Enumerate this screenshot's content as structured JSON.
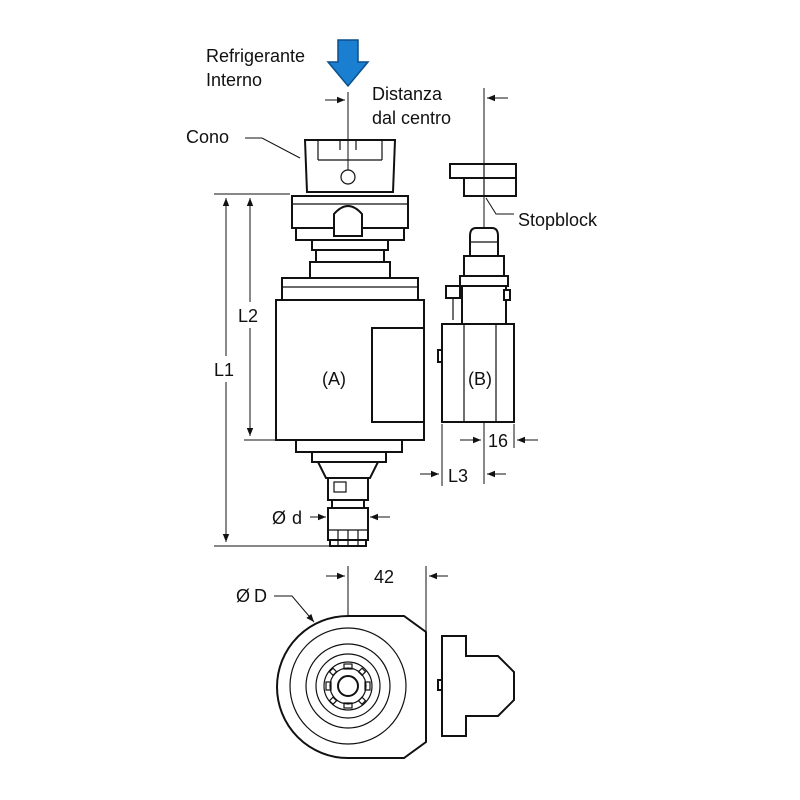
{
  "labels": {
    "coolant": [
      "Refrigerante",
      "Interno"
    ],
    "center_distance": [
      "Distanza",
      "dal centro"
    ],
    "taper": "Cono",
    "stopblock": "Stopblock",
    "view_a": "(A)",
    "view_b": "(B)",
    "l1": "L1",
    "l2": "L2",
    "l3": "L3",
    "dim_16": "16",
    "dim_42": "42",
    "diameter_small": "d",
    "diameter_large": "D",
    "diameter_symbol": "Ø"
  },
  "colors": {
    "arrow": "#1a7fd1",
    "arrow_stroke": "#0a4f8a",
    "line": "#111111"
  }
}
